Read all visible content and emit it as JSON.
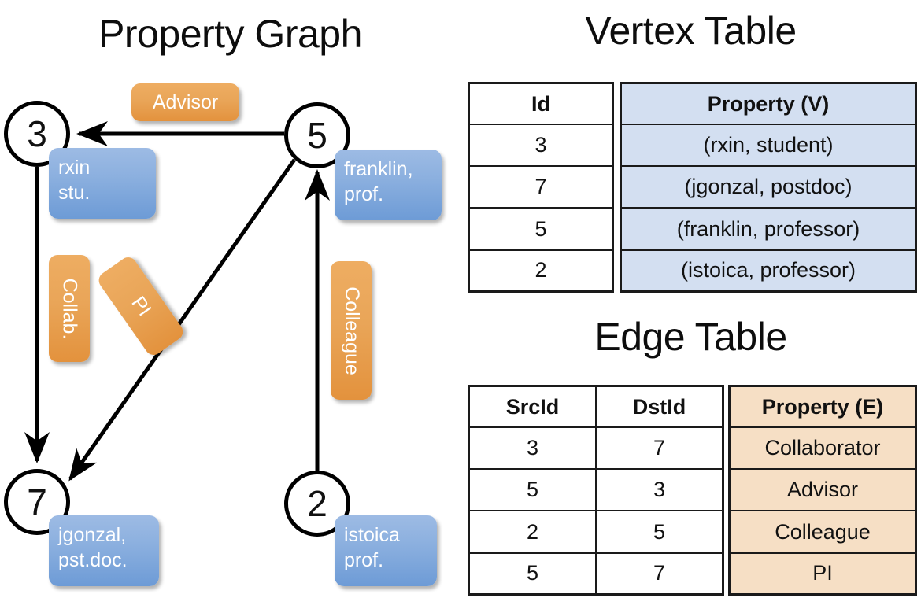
{
  "titles": {
    "property_graph": "Property Graph",
    "vertex_table": "Vertex Table",
    "edge_table": "Edge Table"
  },
  "colors": {
    "vertex_property_fill": "#d3dff1",
    "edge_property_fill": "#f6dfc5",
    "node_chip_blue": "#8cb0df",
    "edge_chip_orange": "#e9a558",
    "stroke": "#000000"
  },
  "graph": {
    "nodes": [
      {
        "id": "3",
        "label": "3",
        "property_line1": "rxin",
        "property_line2": "stu."
      },
      {
        "id": "5",
        "label": "5",
        "property_line1": "franklin,",
        "property_line2": "prof."
      },
      {
        "id": "7",
        "label": "7",
        "property_line1": "jgonzal,",
        "property_line2": "pst.doc."
      },
      {
        "id": "2",
        "label": "2",
        "property_line1": "istoica",
        "property_line2": "prof."
      }
    ],
    "edge_labels": [
      {
        "key": "advisor",
        "text": "Advisor",
        "orientation": "horizontal"
      },
      {
        "key": "collab",
        "text": "Collab.",
        "orientation": "vertical"
      },
      {
        "key": "pi",
        "text": "PI",
        "orientation": "vertical-tilted"
      },
      {
        "key": "colleague",
        "text": "Colleague",
        "orientation": "vertical"
      }
    ],
    "edges": [
      {
        "src": "5",
        "dst": "3",
        "label": "Advisor"
      },
      {
        "src": "3",
        "dst": "7",
        "label": "Collab."
      },
      {
        "src": "5",
        "dst": "7",
        "label": "PI"
      },
      {
        "src": "2",
        "dst": "5",
        "label": "Colleague"
      }
    ]
  },
  "vertex_table": {
    "columns": [
      "Id",
      "Property (V)"
    ],
    "rows": [
      {
        "id": "3",
        "property": "(rxin, student)"
      },
      {
        "id": "7",
        "property": "(jgonzal, postdoc)"
      },
      {
        "id": "5",
        "property": "(franklin, professor)"
      },
      {
        "id": "2",
        "property": "(istoica, professor)"
      }
    ]
  },
  "edge_table": {
    "columns": [
      "SrcId",
      "DstId",
      "Property (E)"
    ],
    "rows": [
      {
        "src": "3",
        "dst": "7",
        "property": "Collaborator"
      },
      {
        "src": "5",
        "dst": "3",
        "property": "Advisor"
      },
      {
        "src": "2",
        "dst": "5",
        "property": "Colleague"
      },
      {
        "src": "5",
        "dst": "7",
        "property": "PI"
      }
    ]
  }
}
